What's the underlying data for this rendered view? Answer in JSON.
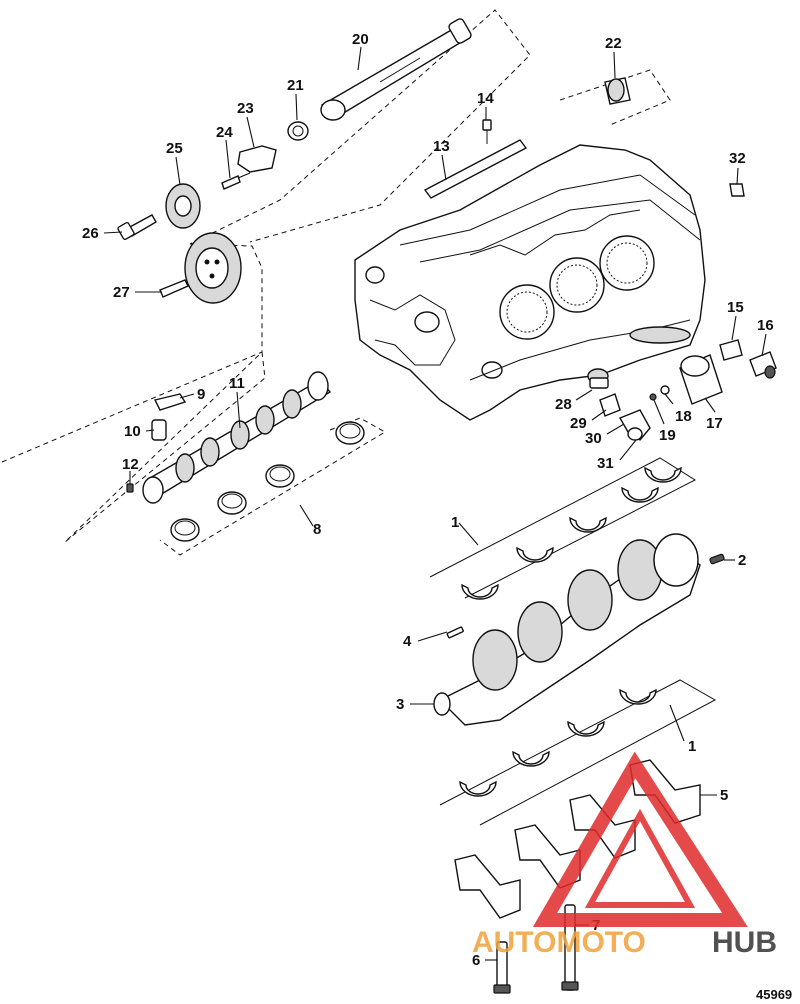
{
  "figure_number": "45969",
  "watermark": {
    "part1": "AUTOMOTO",
    "part2": "HUB",
    "color_red": "#e02b2b",
    "color_orange": "#f0a23a",
    "color_dark": "#333333"
  },
  "callouts": {
    "c1a": "1",
    "c1b": "1",
    "c2": "2",
    "c3": "3",
    "c4": "4",
    "c5": "5",
    "c6": "6",
    "c7": "7",
    "c8": "8",
    "c9": "9",
    "c10": "10",
    "c11": "11",
    "c12": "12",
    "c13": "13",
    "c14": "14",
    "c15": "15",
    "c16": "16",
    "c17": "17",
    "c18": "18",
    "c19": "19",
    "c20": "20",
    "c21": "21",
    "c22": "22",
    "c23": "23",
    "c24": "24",
    "c25": "25",
    "c26": "26",
    "c27": "27",
    "c28": "28",
    "c29": "29",
    "c30": "30",
    "c31": "31",
    "c32": "32"
  }
}
